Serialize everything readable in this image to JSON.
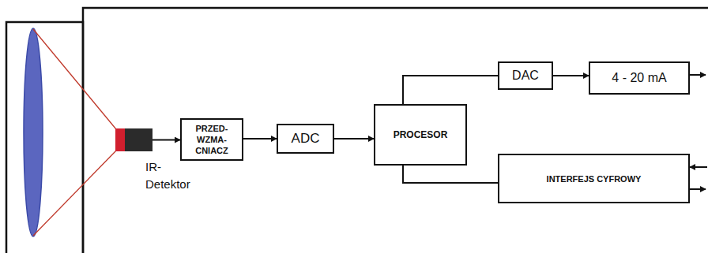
{
  "diagram": {
    "nodes": [
      {
        "text": [
          "IR- Detektor"
        ]
      },
      {
        "text": [
          "PRZED- WZMA- CNIACZ"
        ]
      },
      {
        "text": [
          "ADC"
        ]
      },
      {
        "text": [
          "PROCESOR"
        ]
      },
      {
        "text": [
          "DAC"
        ]
      },
      {
        "text": [
          "4 - 20 mA"
        ]
      },
      {
        "text": [
          "INTERFEJS CYFROWY"
        ]
      }
    ],
    "edges": [
      {
        "from": 0,
        "to": 1,
        "arrow": "to"
      },
      {
        "from": 1,
        "to": 2,
        "arrow": "to"
      },
      {
        "from": 2,
        "to": 3,
        "arrow": "to"
      },
      {
        "from": 3,
        "to": 4,
        "arrow": "none"
      },
      {
        "from": 3,
        "to": 6,
        "arrow": "none"
      },
      {
        "from": 4,
        "to": 5,
        "arrow": "to"
      }
    ]
  }
}
